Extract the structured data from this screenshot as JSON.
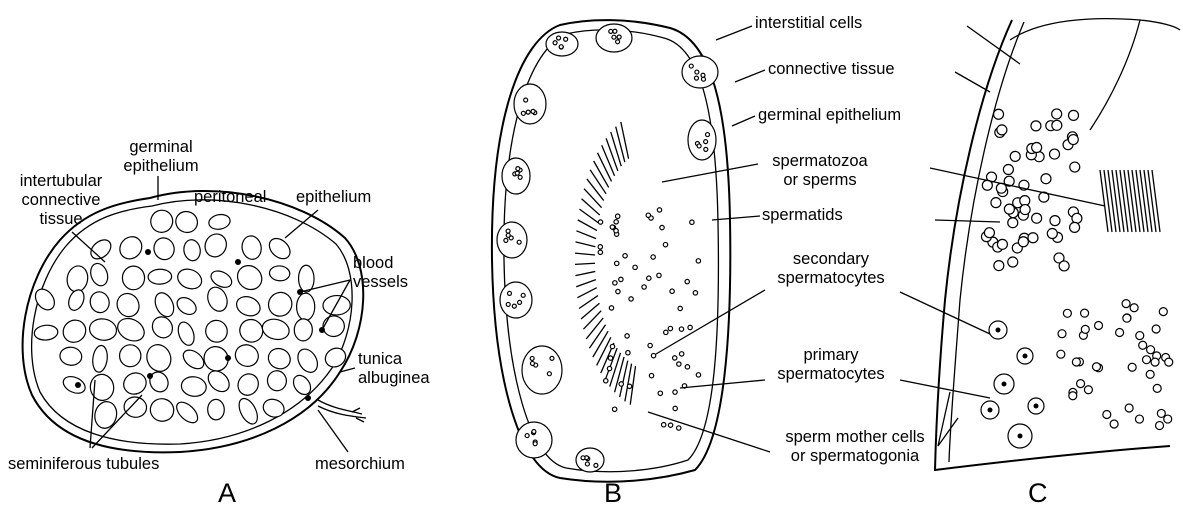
{
  "panels": {
    "A": {
      "letter": "A",
      "labels": {
        "germinal": [
          "germinal",
          "epithelium"
        ],
        "intertubular": [
          "intertubular",
          "connective",
          "tissue"
        ],
        "peritoneal": "peritoneal",
        "epithelium": "epithelium",
        "blood_vessels": [
          "blood",
          "vessels"
        ],
        "tunica": [
          "tunica",
          "albuginea"
        ],
        "seminiferous": "seminiferous tubules",
        "mesorchium": "mesorchium"
      }
    },
    "B": {
      "letter": "B",
      "labels": {
        "interstitial": "interstitial cells",
        "connective": "connective tissue",
        "germinal": "germinal epithelium",
        "spermatozoa": [
          "spermatozoa",
          "or sperms"
        ],
        "spermatids": "spermatids",
        "secondary": [
          "secondary",
          "spermatocytes"
        ],
        "primary": [
          "primary",
          "spermatocytes"
        ],
        "mother": [
          "sperm mother cells",
          "or spermatogonia"
        ]
      }
    },
    "C": {
      "letter": "C"
    }
  }
}
